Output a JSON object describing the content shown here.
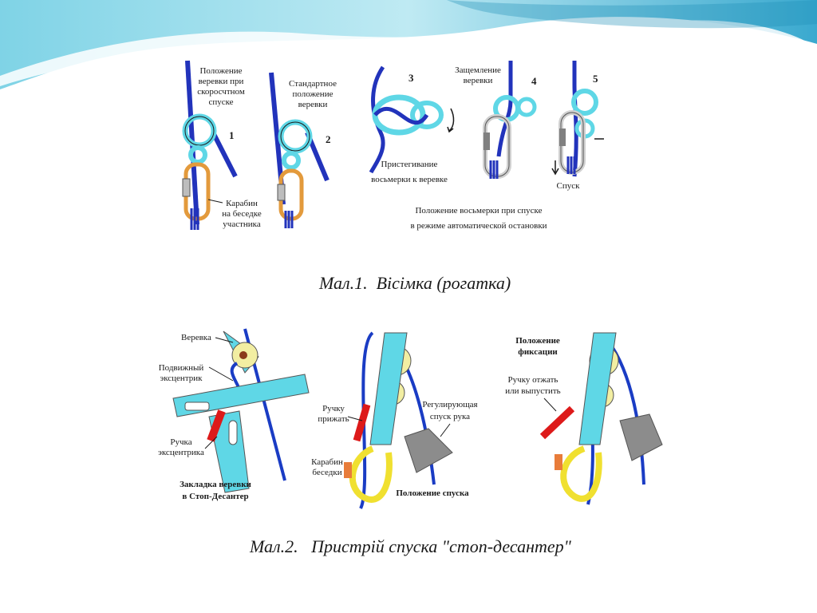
{
  "slide": {
    "colors": {
      "background": "#ffffff",
      "wave_light": "#bfeaf3",
      "wave_mid": "#5cc6dc",
      "wave_dark": "#1f8fb8"
    }
  },
  "figure1": {
    "colors": {
      "rope": "#2233bb",
      "ring": "#5fd7e6",
      "carabiner": "#e39a3c",
      "label": "#1a1a1a"
    },
    "step_numbers": [
      "1",
      "2",
      "3",
      "4",
      "5"
    ],
    "label_position_fast": [
      "Положение",
      "веревки  при",
      "скоросчтном",
      "спуске"
    ],
    "label_position_standard": [
      "Стандартное",
      "положение",
      "веревки"
    ],
    "label_pinching": [
      "Защемление",
      "веревки"
    ],
    "label_carabiner": [
      "Карабин",
      "на беседке",
      "участника"
    ],
    "label_attaching": [
      "Пристегивание",
      "восьмерки  к  веревке"
    ],
    "label_descent": "Спуск",
    "label_auto_stop": [
      "Положение  восьмерки  при спуске",
      "в  режиме  автоматической  остановки"
    ]
  },
  "caption1": "Мал.1.  Вісімка (рогатка)",
  "figure2": {
    "colors": {
      "rope": "#1a3cc4",
      "body": "#5fd7e6",
      "cam": "#f2eea2",
      "handle": "#dd1a1a",
      "carabiner": "#f0e030",
      "hand": "#8c8c8c"
    },
    "label_rope": "Веревка",
    "label_movable_cam": [
      "Подвижный",
      "эксцентрик"
    ],
    "label_cam_handle": [
      "Ручка",
      "эксцентрика"
    ],
    "label_loading": [
      "Закладка  веревки",
      "в  Стоп-Десантер"
    ],
    "label_press_handle": [
      "Ручку",
      "прижать"
    ],
    "label_harness_carabiner": [
      "Карабин",
      "беседки"
    ],
    "label_regulating_hand": [
      "Регулирующая",
      "спуск  рука"
    ],
    "label_descent_position": "Положение  спуска",
    "label_fixation": [
      "Положение",
      "фиксации"
    ],
    "label_release_handle": [
      "Ручку  отжать",
      "или  выпустить"
    ]
  },
  "caption2": "Мал.2.   Пристрій спуска \"стоп-десантер\""
}
